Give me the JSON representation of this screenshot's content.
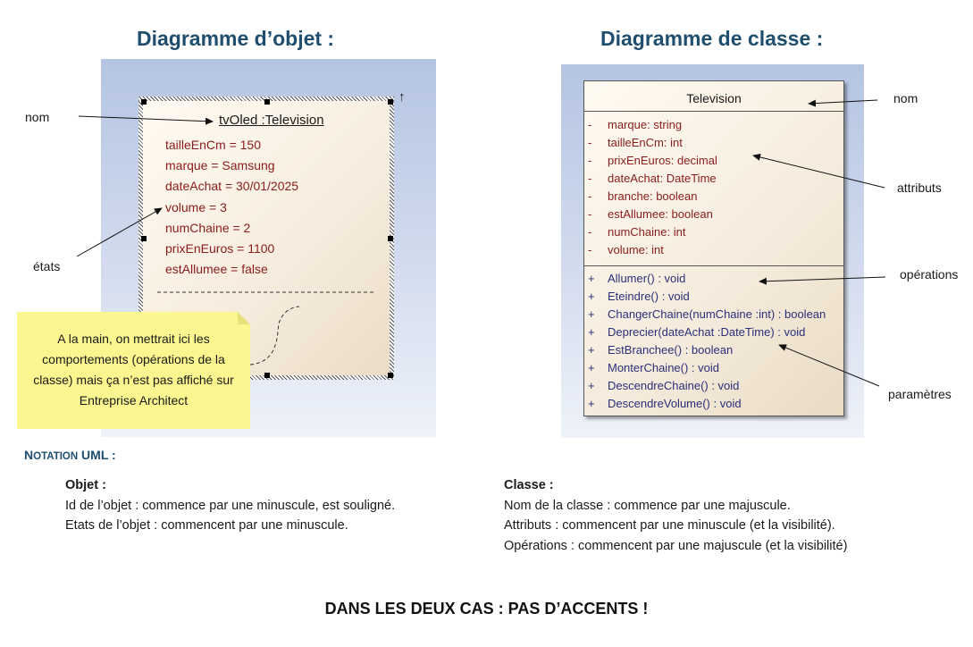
{
  "titles": {
    "object_diagram": "Diagramme d’objet :",
    "class_diagram": "Diagramme de classe :"
  },
  "object": {
    "name": "tvOled :Television",
    "attributes": [
      "tailleEnCm = 150",
      "marque = Samsung",
      "dateAchat = 30/01/2025",
      "volume = 3",
      "numChaine = 2",
      "prixEnEuros = 1100",
      "estAllumee = false"
    ],
    "labels": {
      "nom": "nom",
      "etats": "états"
    },
    "note": "A la main, on mettrait ici les comportements (opérations de la classe) mais ça n’est pas affiché sur Entreprise Architect"
  },
  "class": {
    "name": "Television",
    "attributes": [
      {
        "vis": "-",
        "text": "marque:  string"
      },
      {
        "vis": "-",
        "text": "tailleEnCm:  int"
      },
      {
        "vis": "-",
        "text": "prixEnEuros:  decimal"
      },
      {
        "vis": "-",
        "text": "dateAchat:  DateTime"
      },
      {
        "vis": "-",
        "text": "branche:  boolean"
      },
      {
        "vis": "-",
        "text": "estAllumee:  boolean"
      },
      {
        "vis": "-",
        "text": "numChaine:  int"
      },
      {
        "vis": "-",
        "text": "volume:  int"
      }
    ],
    "operations": [
      {
        "vis": "+",
        "text": "Allumer() : void"
      },
      {
        "vis": "+",
        "text": "Eteindre() : void"
      },
      {
        "vis": "+",
        "text": "ChangerChaine(numChaine :int) : boolean"
      },
      {
        "vis": "+",
        "text": "Deprecier(dateAchat :DateTime) : void"
      },
      {
        "vis": "+",
        "text": "EstBranchee() : boolean"
      },
      {
        "vis": "+",
        "text": "MonterChaine() : void"
      },
      {
        "vis": "+",
        "text": "DescendreChaine() : void"
      },
      {
        "vis": "+",
        "text": "DescendreVolume() : void"
      }
    ],
    "labels": {
      "nom": "nom",
      "attributs": "attributs",
      "operations": "opérations",
      "parametres": "paramètres"
    }
  },
  "notation": {
    "heading_cap1": "N",
    "heading_rest": "OTATION",
    "heading_tail": " UML :",
    "objet": {
      "title": "Objet :",
      "lines": [
        "Id de l’objet : commence par une minuscule, est souligné.",
        "Etats de l’objet : commencent par une minuscule."
      ]
    },
    "classe": {
      "title": "Classe :",
      "lines": [
        "Nom de la classe : commence par une majuscule.",
        "Attributs : commencent par une minuscule (et la visibilité).",
        "Opérations : commencent par une majuscule (et la visibilité)"
      ]
    }
  },
  "footer": "DANS LES DEUX CAS : PAS D’ACCENTS !"
}
